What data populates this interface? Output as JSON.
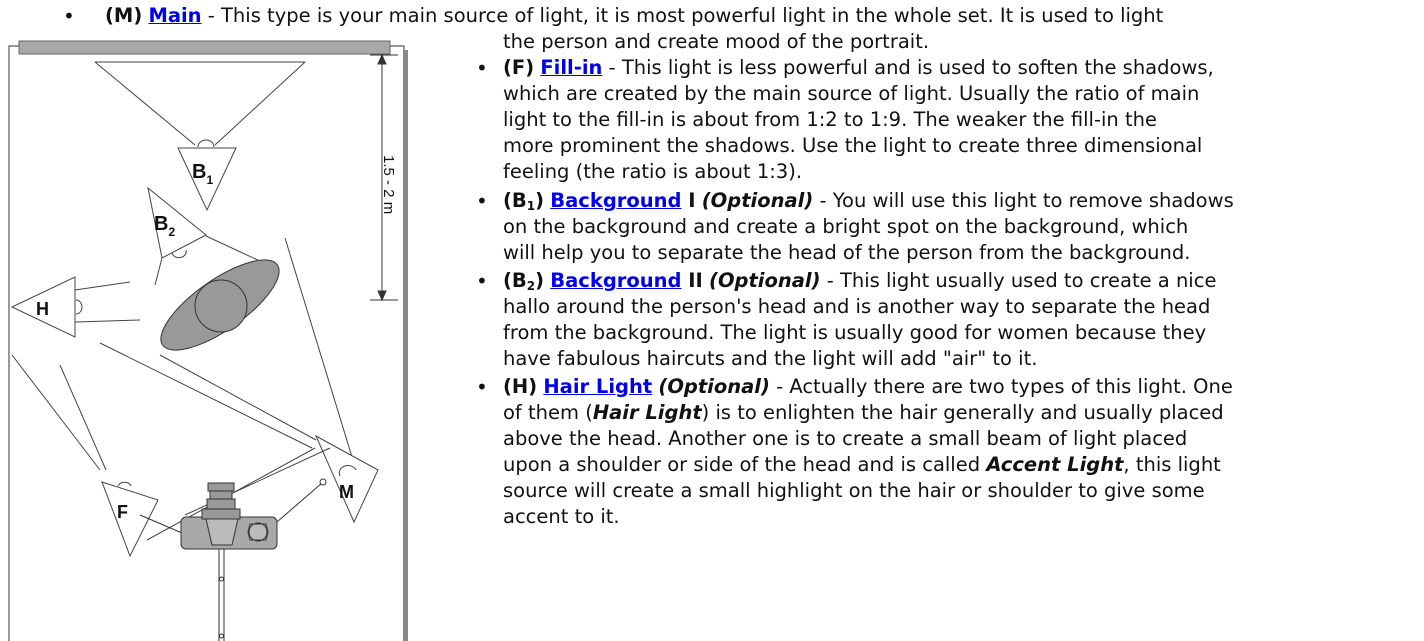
{
  "diagram": {
    "labels": {
      "b1": "B",
      "b1_sub": "1",
      "b2": "B",
      "b2_sub": "2",
      "h": "H",
      "m": "M",
      "f": "F"
    },
    "distance": "1.5 - 2 m"
  },
  "items": {
    "main": {
      "code": "(M)",
      "link": "Main",
      "line1": " - This type is your main source of light, it is most powerful light in the whole set. It is used to light",
      "line2": "the person and create mood of the portrait."
    },
    "fill": {
      "code": "(F)",
      "link": "Fill-in",
      "lines": [
        " - This light is less powerful and is used to soften the shadows,",
        "which are created by the main source of light. Usually the ratio of main",
        "light to the fill-in is about from 1:2 to 1:9. The weaker the fill-in the",
        "more prominent the shadows. Use the light to create three dimensional",
        "feeling (the ratio is about 1:3)."
      ]
    },
    "bg1": {
      "code_pre": "(B",
      "code_sub": "1",
      "code_post": ")",
      "link": "Background",
      "numeral": " I",
      "optional": "(Optional)",
      "lines": [
        " - You will use this light to remove shadows",
        "on the background and create a bright spot on the background, which",
        "will help you to separate the head of the person from the background."
      ]
    },
    "bg2": {
      "code_pre": "(B",
      "code_sub": "2",
      "code_post": ")",
      "link": "Background",
      "numeral": " II",
      "optional": "(Optional)",
      "lines": [
        " - This light usually used to create a nice",
        "hallo around the person's head and is another way to separate the head",
        "from the background. The light is usually good for women because they",
        "have fabulous haircuts and the light will add \"air\" to it."
      ]
    },
    "hair": {
      "code": "(H)",
      "link": "Hair Light",
      "optional": "(Optional)",
      "line1": " - Actually there are two types of this light. One",
      "line2_pre": "of them (",
      "line2_em": "Hair Light",
      "line2_post": ") is to enlighten the hair generally and usually placed",
      "line3": "above the head. Another one is to create a small beam of light placed",
      "line4_pre": "upon a shoulder or side of the head and is called ",
      "line4_em": "Accent Light",
      "line4_post": ", this light",
      "line5": "source will create a small highlight on the hair or shoulder to give some",
      "line6": "accent to it."
    }
  }
}
